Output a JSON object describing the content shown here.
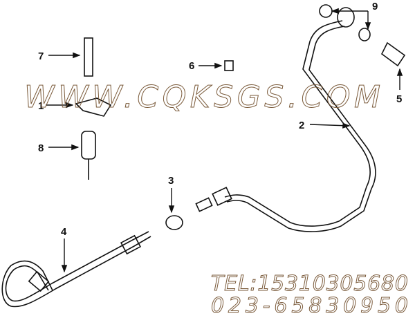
{
  "callouts": [
    "1",
    "2",
    "3",
    "4",
    "5",
    "6",
    "7",
    "8",
    "9"
  ],
  "watermark": {
    "site": "WWW.CQKSGS.COM",
    "tel": "TEL:15310305680",
    "phone": "023-65830950",
    "color": "#7a5a3a"
  }
}
